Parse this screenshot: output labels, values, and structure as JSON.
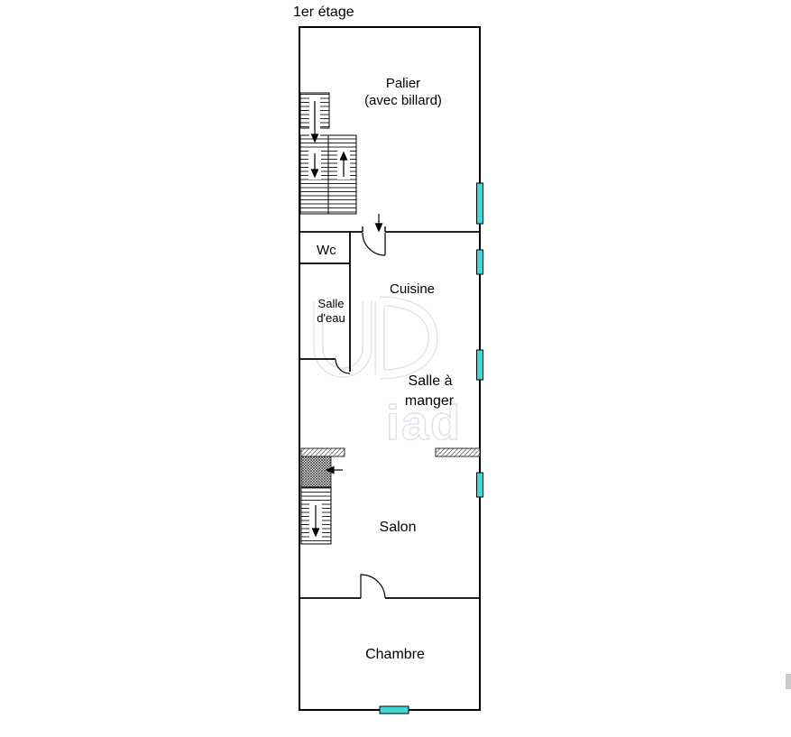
{
  "title": "1er étage",
  "rooms": {
    "palier": {
      "label": "Palier",
      "sublabel": "(avec billard)"
    },
    "wc": {
      "label": "Wc"
    },
    "salle_deau": {
      "line1": "Salle",
      "line2": "d'eau"
    },
    "cuisine": {
      "label": "Cuisine"
    },
    "salle_a_manger": {
      "line1": "Salle à",
      "line2": "manger"
    },
    "salon": {
      "label": "Salon"
    },
    "chambre": {
      "label": "Chambre"
    }
  },
  "watermark": {
    "text": "iad"
  },
  "colors": {
    "window": "#3fd7d7",
    "wall": "#000000",
    "watermark": "#dde1ea"
  }
}
